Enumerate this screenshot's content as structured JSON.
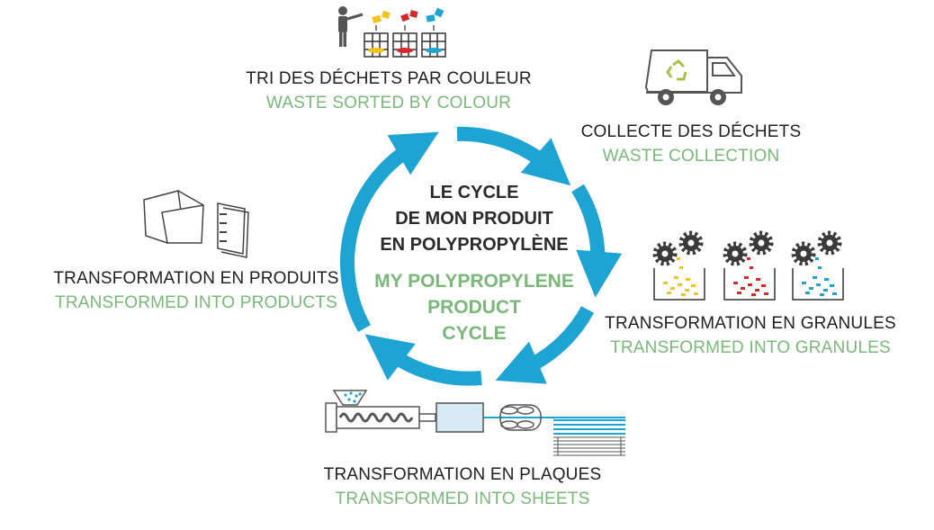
{
  "center": {
    "fr": [
      "LE CYCLE",
      "DE MON PRODUIT",
      "EN POLYPROPYLÈNE"
    ],
    "en": [
      "MY POLYPROPYLENE",
      "PRODUCT",
      "CYCLE"
    ]
  },
  "steps": {
    "sorting": {
      "fr": "TRI DES DÉCHETS PAR COULEUR",
      "en": "WASTE SORTED BY COLOUR",
      "icon": "person-sorting-bins-icon"
    },
    "collection": {
      "fr": "COLLECTE DES DÉCHETS",
      "en": "WASTE COLLECTION",
      "icon": "garbage-truck-icon"
    },
    "granules": {
      "fr": "TRANSFORMATION EN GRANULES",
      "en": "TRANSFORMED INTO GRANULES",
      "icon": "gears-granules-icon"
    },
    "sheets": {
      "fr": "TRANSFORMATION EN PLAQUES",
      "en": "TRANSFORMED INTO SHEETS",
      "icon": "extruder-line-icon"
    },
    "products": {
      "fr": "TRANSFORMATION EN PRODUITS",
      "en": "TRANSFORMED INTO PRODUCTS",
      "icon": "folder-binder-icon"
    }
  },
  "colors": {
    "arrow": "#1ea4d2",
    "english": "#7ab87a",
    "french": "#1f1f1f",
    "yellow": "#f2c31b",
    "red": "#d62828",
    "blue": "#1ea4d2",
    "recycle": "#a6c24a"
  }
}
